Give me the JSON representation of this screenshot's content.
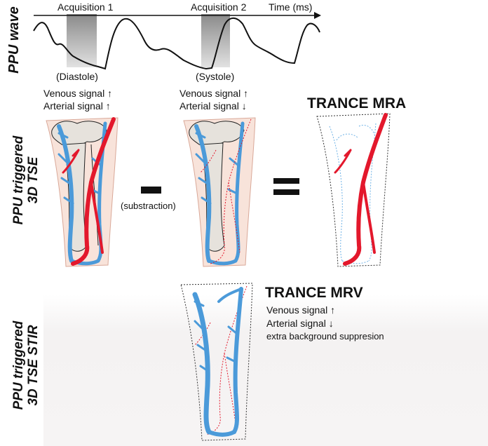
{
  "waveform": {
    "axis_label": "PPU wave",
    "time_label": "Time (ms)",
    "acq1_label": "Acquisition 1",
    "acq2_label": "Acquisition 2",
    "diastole_label": "(Diastole)",
    "systole_label": "(Systole)"
  },
  "tse_row": {
    "row_label_line1": "PPU triggered",
    "row_label_line2": "3D TSE",
    "acq1_venous": "Venous  signal ↑",
    "acq1_arterial": "Arterial  signal ↑",
    "acq2_venous": "Venous  signal ↑",
    "acq2_arterial": "Arterial  signal ↓",
    "minus_note": "(substraction)",
    "result_title": "TRANCE MRA"
  },
  "stir_row": {
    "row_label_line1": "PPU triggered",
    "row_label_line2": "3D TSE STIR",
    "result_title": "TRANCE MRV",
    "venous": "Venous  signal ↑",
    "arterial": "Arterial  signal ↓",
    "extra": "extra background suppresion"
  },
  "colors": {
    "artery": "#e3182c",
    "vein": "#4b9ad9",
    "skin": "#f8e3da"
  }
}
